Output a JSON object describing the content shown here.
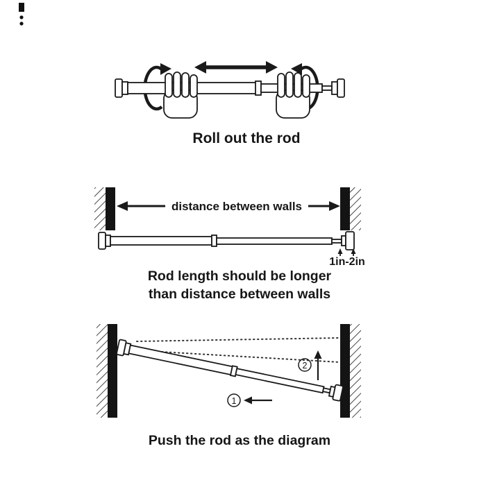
{
  "page": {
    "background_color": "#ffffff",
    "ink_color": "#1a1a1a"
  },
  "panel_roll": {
    "caption": "Roll out the rod"
  },
  "panel_length": {
    "distance_label": "distance between walls",
    "overhang_label": "1in-2in",
    "caption_line1": "Rod length should be longer",
    "caption_line2": "than distance between walls"
  },
  "panel_push": {
    "step1_digit": "1",
    "step2_digit": "2",
    "caption": "Push the rod as the diagram"
  }
}
